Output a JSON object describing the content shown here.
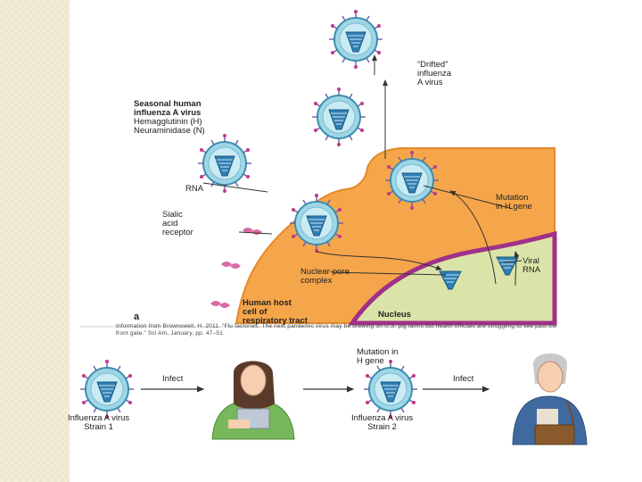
{
  "labels": {
    "seasonal_title": "Seasonal human\ninfluenza A virus",
    "hn": "Hemagglutinin (H)\nNeuraminidase (N)",
    "rna": "RNA",
    "sialic": "Sialic\nacid\nreceptor",
    "drifted": "“Drifted”\ninfluenza\nA virus",
    "mutation_top": "Mutation\nin H gene",
    "viral_rna": "Viral\nRNA",
    "nuclear_pore": "Nuclear-pore\ncomplex",
    "host_cell": "Human host\ncell of\nrespiratory tract",
    "nucleus": "Nucleus",
    "panel_letter": "a",
    "credit": "Information from Brownswell, H. 2011. “Flu factories: The next pandemic virus may be brewing on U.S. pig farms but health officials are struggling to see past the front gate.” Sci Am, January, pp. 47–51.",
    "infect_1": "Infect",
    "infect_2": "Infect",
    "strain1": "Influenza A virus\nStrain 1",
    "strain2": "Influenza A virus\nStrain 2",
    "mutation_bottom": "Mutation in\nH gene"
  }
}
